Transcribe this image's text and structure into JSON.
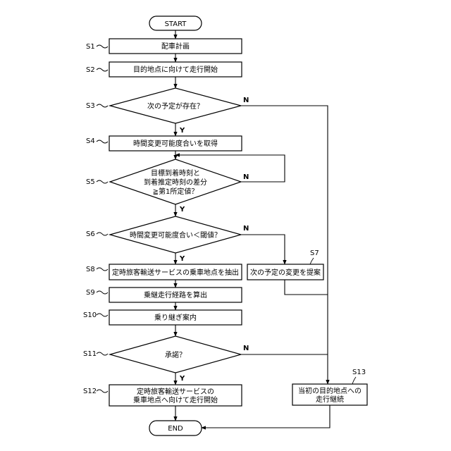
{
  "flowchart": {
    "start": "START",
    "end": "END",
    "steps": {
      "s1": {
        "id": "S1",
        "text": "配車計画"
      },
      "s2": {
        "id": "S2",
        "text": "目的地点に向けて走行開始"
      },
      "s3": {
        "id": "S3",
        "text": "次の予定が存在？"
      },
      "s4": {
        "id": "S4",
        "text": "時間変更可能度合いを取得"
      },
      "s5": {
        "id": "S5",
        "lines": [
          "目標到着時刻と",
          "到着推定時刻の差分",
          "≧第1所定値？"
        ]
      },
      "s6": {
        "id": "S6",
        "text": "時間変更可能度合い＜閾値？"
      },
      "s7": {
        "id": "S7",
        "text": "次の予定の変更を提案"
      },
      "s8": {
        "id": "S8",
        "text": "定時旅客輸送サービスの乗車地点を抽出"
      },
      "s9": {
        "id": "S9",
        "text": "乗継走行経路を算出"
      },
      "s10": {
        "id": "S10",
        "text": "乗り継ぎ案内"
      },
      "s11": {
        "id": "S11",
        "text": "承諾？"
      },
      "s12": {
        "id": "S12",
        "lines": [
          "定時旅客輸送サービスの",
          "乗車地点へ向けて走行開始"
        ]
      },
      "s13": {
        "id": "S13",
        "lines": [
          "当初の目的地点への",
          "走行継続"
        ]
      }
    },
    "labels": {
      "yes": "Y",
      "no": "N"
    }
  }
}
